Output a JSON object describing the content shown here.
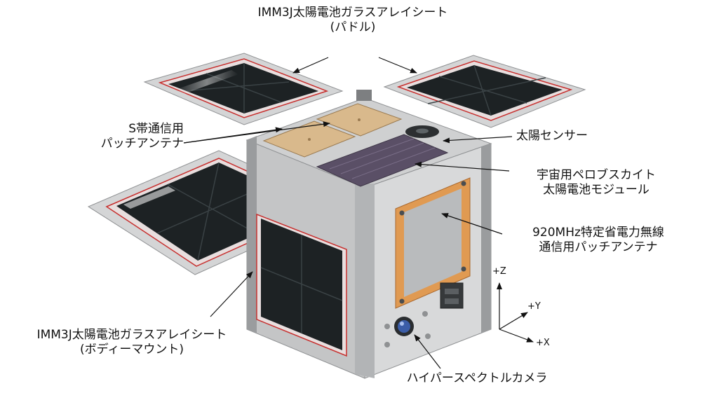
{
  "labels": {
    "paddle_panels": [
      "IMM3J太陽電池ガラスアレイシート",
      "(パドル)"
    ],
    "s_band_antenna": [
      "S帯通信用",
      "パッチアンテナ"
    ],
    "sun_sensor": "太陽センサー",
    "perovskite_module": [
      "宇宙用ペロブスカイト",
      "太陽電池モジュール"
    ],
    "lpwa_antenna": [
      "920MHz特定省電力無線",
      "通信用パッチアンテナ"
    ],
    "body_panels": [
      "IMM3J太陽電池ガラスアレイシート",
      "(ボディーマウント)"
    ],
    "hyperspectral_camera": "ハイパースペクトルカメラ"
  },
  "axes": {
    "z": "+Z",
    "y": "+Y",
    "x": "+X"
  },
  "colors": {
    "frame": "#c9cacb",
    "frame_dark": "#8f9193",
    "panel_cell": "#1d2224",
    "panel_border": "#c7302f",
    "antenna": "#d9b98c",
    "perovskite": "#5a4f66",
    "lpwa_antenna": "#e09a52"
  }
}
